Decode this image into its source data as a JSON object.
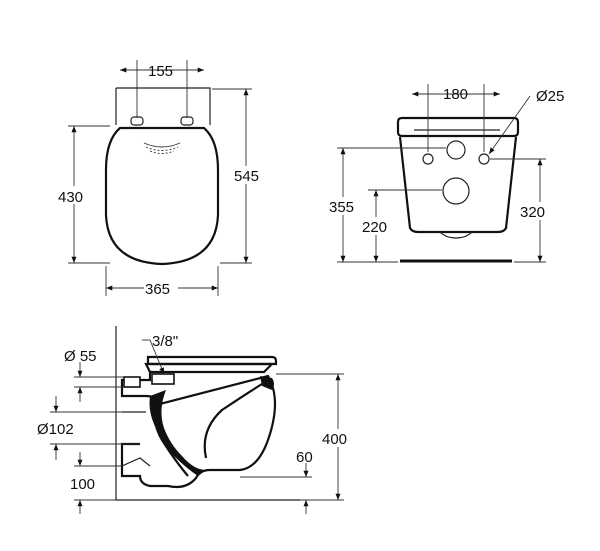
{
  "front_view": {
    "dim_width_top": "155",
    "dim_height_seat": "430",
    "dim_height_total": "545",
    "dim_width_total": "365"
  },
  "rear_view": {
    "dim_bolt_spacing": "180",
    "dim_hole_diameter": "Ø25",
    "dim_height_top": "355",
    "dim_height_drain": "220",
    "dim_height_right": "320"
  },
  "side_view": {
    "dim_thread": "3/8\"",
    "dim_inlet_diameter": "Ø 55",
    "dim_outlet_diameter": "Ø102",
    "dim_height_total": "400",
    "dim_foot": "60",
    "dim_floor_offset": "100"
  }
}
